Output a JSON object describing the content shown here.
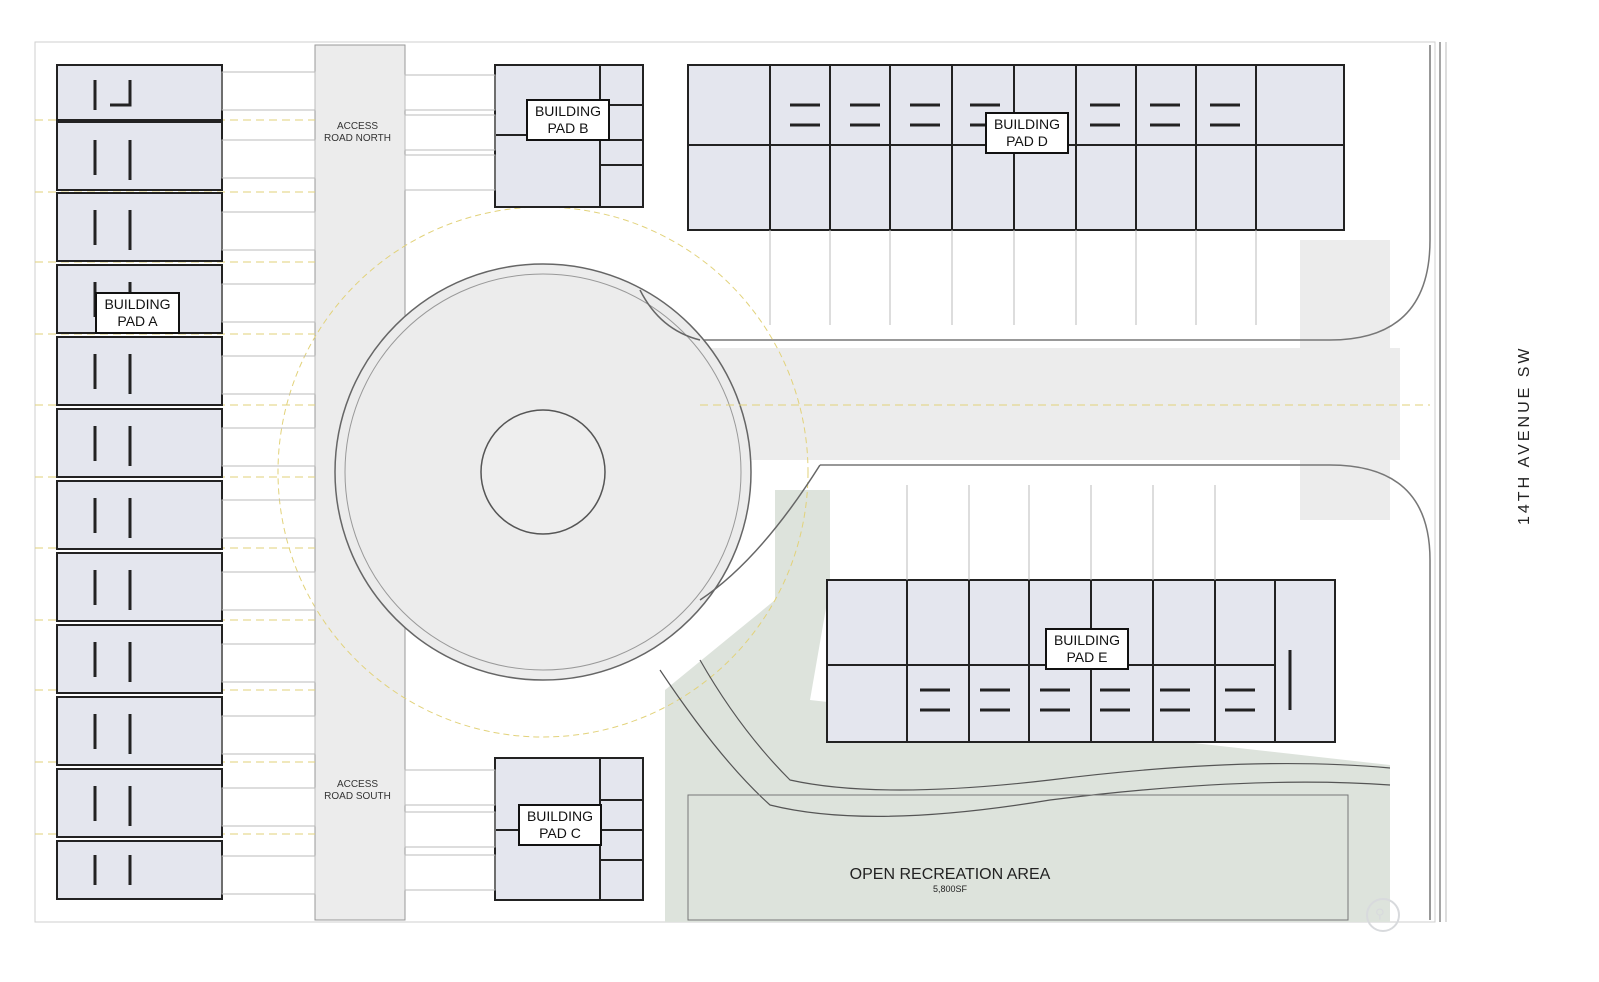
{
  "buildings": {
    "pad_a": [
      "BUILDING",
      "PAD A"
    ],
    "pad_b": [
      "BUILDING",
      "PAD B"
    ],
    "pad_c": [
      "BUILDING",
      "PAD C"
    ],
    "pad_d": [
      "BUILDING",
      "PAD D"
    ],
    "pad_e": [
      "BUILDING",
      "PAD E"
    ]
  },
  "roads": {
    "access_north": [
      "ACCESS",
      "ROAD NORTH"
    ],
    "access_south": [
      "ACCESS",
      "ROAD SOUTH"
    ],
    "street": "14TH AVENUE SW"
  },
  "open_area": {
    "title": "OPEN RECREATION AREA",
    "size": "5,800SF"
  },
  "colors": {
    "unit_fill": "#e4e6ee",
    "green_area": "#dde3dc",
    "pavement": "#ececec",
    "line": "#444444",
    "setback": "#e2d27a"
  },
  "watermark_icon": "mls-logo-icon"
}
